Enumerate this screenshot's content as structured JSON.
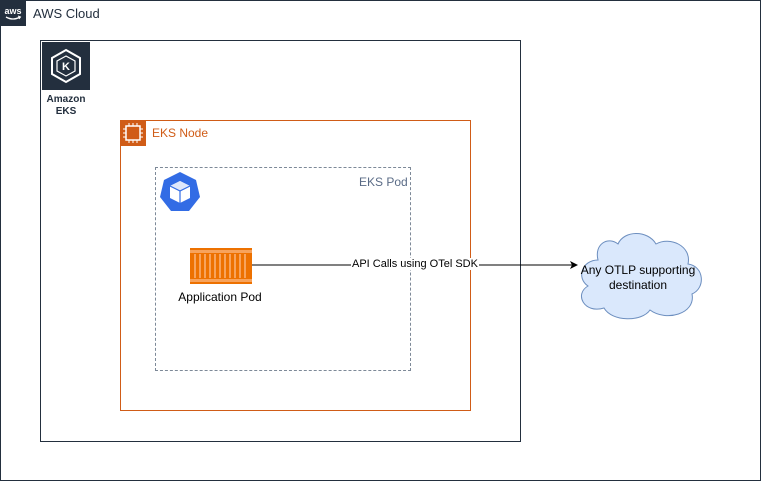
{
  "colors": {
    "aws_dark": "#232f3e",
    "ec2_orange": "#d05c17",
    "pod_border": "#7d8998",
    "container_orange": "#ed7100",
    "cloud_fill": "#dae8fc",
    "cloud_stroke": "#6c8ebf"
  },
  "aws_cloud": {
    "label": "AWS Cloud",
    "icon": "aws-logo-icon"
  },
  "eks": {
    "label": "Amazon EKS",
    "icon": "eks-logo-icon"
  },
  "eks_node": {
    "label": "EKS Node",
    "icon": "ec2-instance-icon"
  },
  "eks_pod": {
    "label": "EKS Pod",
    "icon": "kubernetes-pod-icon"
  },
  "application": {
    "label": "Application Pod",
    "icon": "container-icon"
  },
  "edge": {
    "label": "API Calls using OTel SDK"
  },
  "destination": {
    "label": "Any OTLP supporting destination",
    "icon": "cloud-icon"
  }
}
